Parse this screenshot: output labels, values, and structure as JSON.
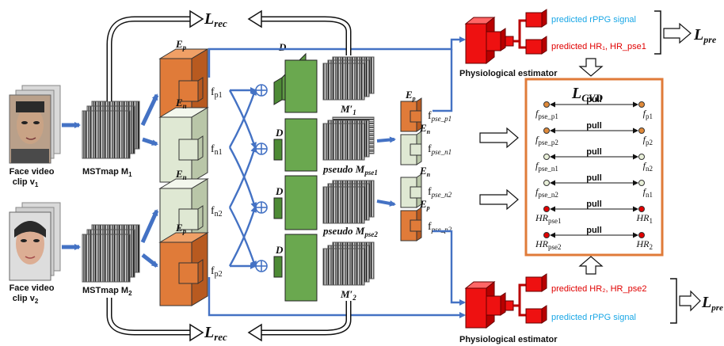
{
  "inputs": {
    "top": {
      "line1": "Face video",
      "line2": "clip v",
      "sub": "1"
    },
    "bottom": {
      "line1": "Face video",
      "line2": "clip v",
      "sub": "2"
    }
  },
  "mstmaps": {
    "top": {
      "label": "MSTmap M",
      "sub": "1"
    },
    "bottom": {
      "label": "MSTmap M",
      "sub": "2"
    }
  },
  "encoders": {
    "ep": "E",
    "ep_sub": "p",
    "en": "E",
    "en_sub": "n"
  },
  "features": {
    "fp1": "f",
    "fp1_sub": "p1",
    "fn1": "f",
    "fn1_sub": "n1",
    "fn2": "f",
    "fn2_sub": "n2",
    "fp2": "f",
    "fp2_sub": "p2"
  },
  "decoder": "D",
  "generated": {
    "m1": "M′",
    "m1_sub": "1",
    "pse1": "pseudo M",
    "pse1_sub": "pse1",
    "pse2": "pseudo M",
    "pse2_sub": "pse2",
    "m2": "M′",
    "m2_sub": "2"
  },
  "pse_features": {
    "p1": "f",
    "p1_sub": "pse_p1",
    "n1": "f",
    "n1_sub": "pse_n1",
    "n2": "f",
    "n2_sub": "pse_n2",
    "p2": "f",
    "p2_sub": "pse_p2"
  },
  "losses": {
    "rec": "L",
    "rec_sub": "rec",
    "pre": "L",
    "pre_sub": "pre",
    "cvd": "L",
    "cvd_sub": "CVD"
  },
  "estimator": "Physiological estimator",
  "outputs": {
    "rppg": "predicted rPPG signal",
    "hr_top": "predicted HR₁, HR_pse1",
    "hr_bottom": "predicted HR₂, HR_pse2"
  },
  "cvd_pairs": [
    {
      "left": "f",
      "left_sub": "pse_p1",
      "right": "f",
      "right_sub": "p1",
      "label": "pull",
      "color": "#e08a3a"
    },
    {
      "left": "f",
      "left_sub": "pse_p2",
      "right": "f",
      "right_sub": "p2",
      "label": "pull",
      "color": "#e08a3a"
    },
    {
      "left": "f",
      "left_sub": "pse_n1",
      "right": "f",
      "right_sub": "n2",
      "label": "pull",
      "color": "#e8efd8"
    },
    {
      "left": "f",
      "left_sub": "pse_n2",
      "right": "f",
      "right_sub": "n1",
      "label": "pull",
      "color": "#e8efd8"
    },
    {
      "left": "HR",
      "left_sub": "pse1",
      "right": "HR",
      "right_sub": "1",
      "label": "pull",
      "color": "#e00000"
    },
    {
      "left": "HR",
      "left_sub": "pse2",
      "right": "HR",
      "right_sub": "2",
      "label": "pull",
      "color": "#e00000"
    }
  ],
  "colors": {
    "ep": "#e07b39",
    "en": "#dfe8d3",
    "decoder": "#6aa84f",
    "estimator": "#ee1111",
    "arrow": "#4472c4",
    "cvd_box": "#e07b39"
  }
}
